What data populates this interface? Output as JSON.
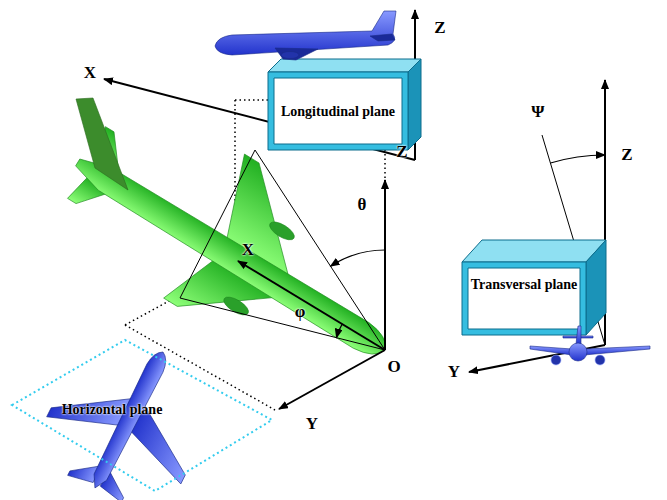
{
  "diagram": {
    "nodes": [
      {
        "text": [
          "Longitudinal plane"
        ]
      },
      {
        "text": [
          "Transversal plane"
        ]
      },
      {
        "text": [
          "Horizontal plane"
        ]
      }
    ],
    "labels": [
      "Z",
      "X",
      "Ψ",
      "Z",
      "Z",
      "θ",
      "X",
      "φ",
      "O",
      "Y",
      "Y"
    ]
  }
}
